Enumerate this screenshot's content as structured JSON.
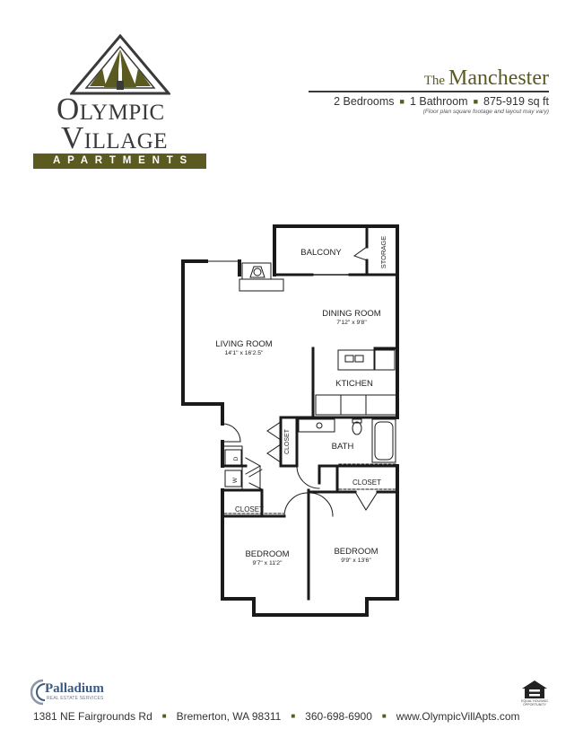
{
  "brand": {
    "name_line_1": "Olympic",
    "name_line_2": "Village",
    "tagline": "APARTMENTS",
    "olive": "#5b5a20"
  },
  "plan_title": {
    "prefix": "The",
    "name": "Manchester"
  },
  "specs": {
    "bedrooms": "2 Bedrooms",
    "bathrooms": "1 Bathroom",
    "size": "875-919 sq ft",
    "disclaimer": "(Floor plan square footage and layout may vary)"
  },
  "rooms": {
    "balcony": "BALCONY",
    "storage": "STORAGE",
    "dining_room": {
      "name": "DINING ROOM",
      "dims": "7'12\" x 9'8\""
    },
    "living_room": {
      "name": "LIVING ROOM",
      "dims": "14'1\" x 16'2.5\""
    },
    "kitchen": "KTICHEN",
    "bath": "BATH",
    "closet_hall": "CLOSET",
    "closet_bath": "CLOSET",
    "closet_bed": "CLOSET",
    "washer": "W",
    "dryer": "D",
    "bedroom_left": {
      "name": "BEDROOM",
      "dims": "9'7\" x 11'2\""
    },
    "bedroom_right": {
      "name": "BEDROOM",
      "dims": "9'9\" x 13'6\""
    }
  },
  "management": {
    "name": "Palladium",
    "subtitle": "REAL ESTATE SERVICES"
  },
  "footer": {
    "address": "1381 NE Fairgrounds Rd",
    "city": "Bremerton, WA 98311",
    "phone": "360-698-6900",
    "website": "www.OlympicVillApts.com"
  },
  "equal_housing": {
    "icon": "equal-housing-icon",
    "text": "EQUAL HOUSING OPPORTUNITY"
  }
}
